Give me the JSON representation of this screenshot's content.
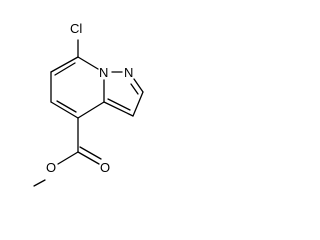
{
  "structure": {
    "bond_color": "#000000",
    "background": "#ffffff",
    "atoms": {
      "chlorine": "Cl",
      "n_bridge": "N",
      "n_ring": "N",
      "o_carbonyl": "O",
      "o_ester": "O"
    }
  }
}
